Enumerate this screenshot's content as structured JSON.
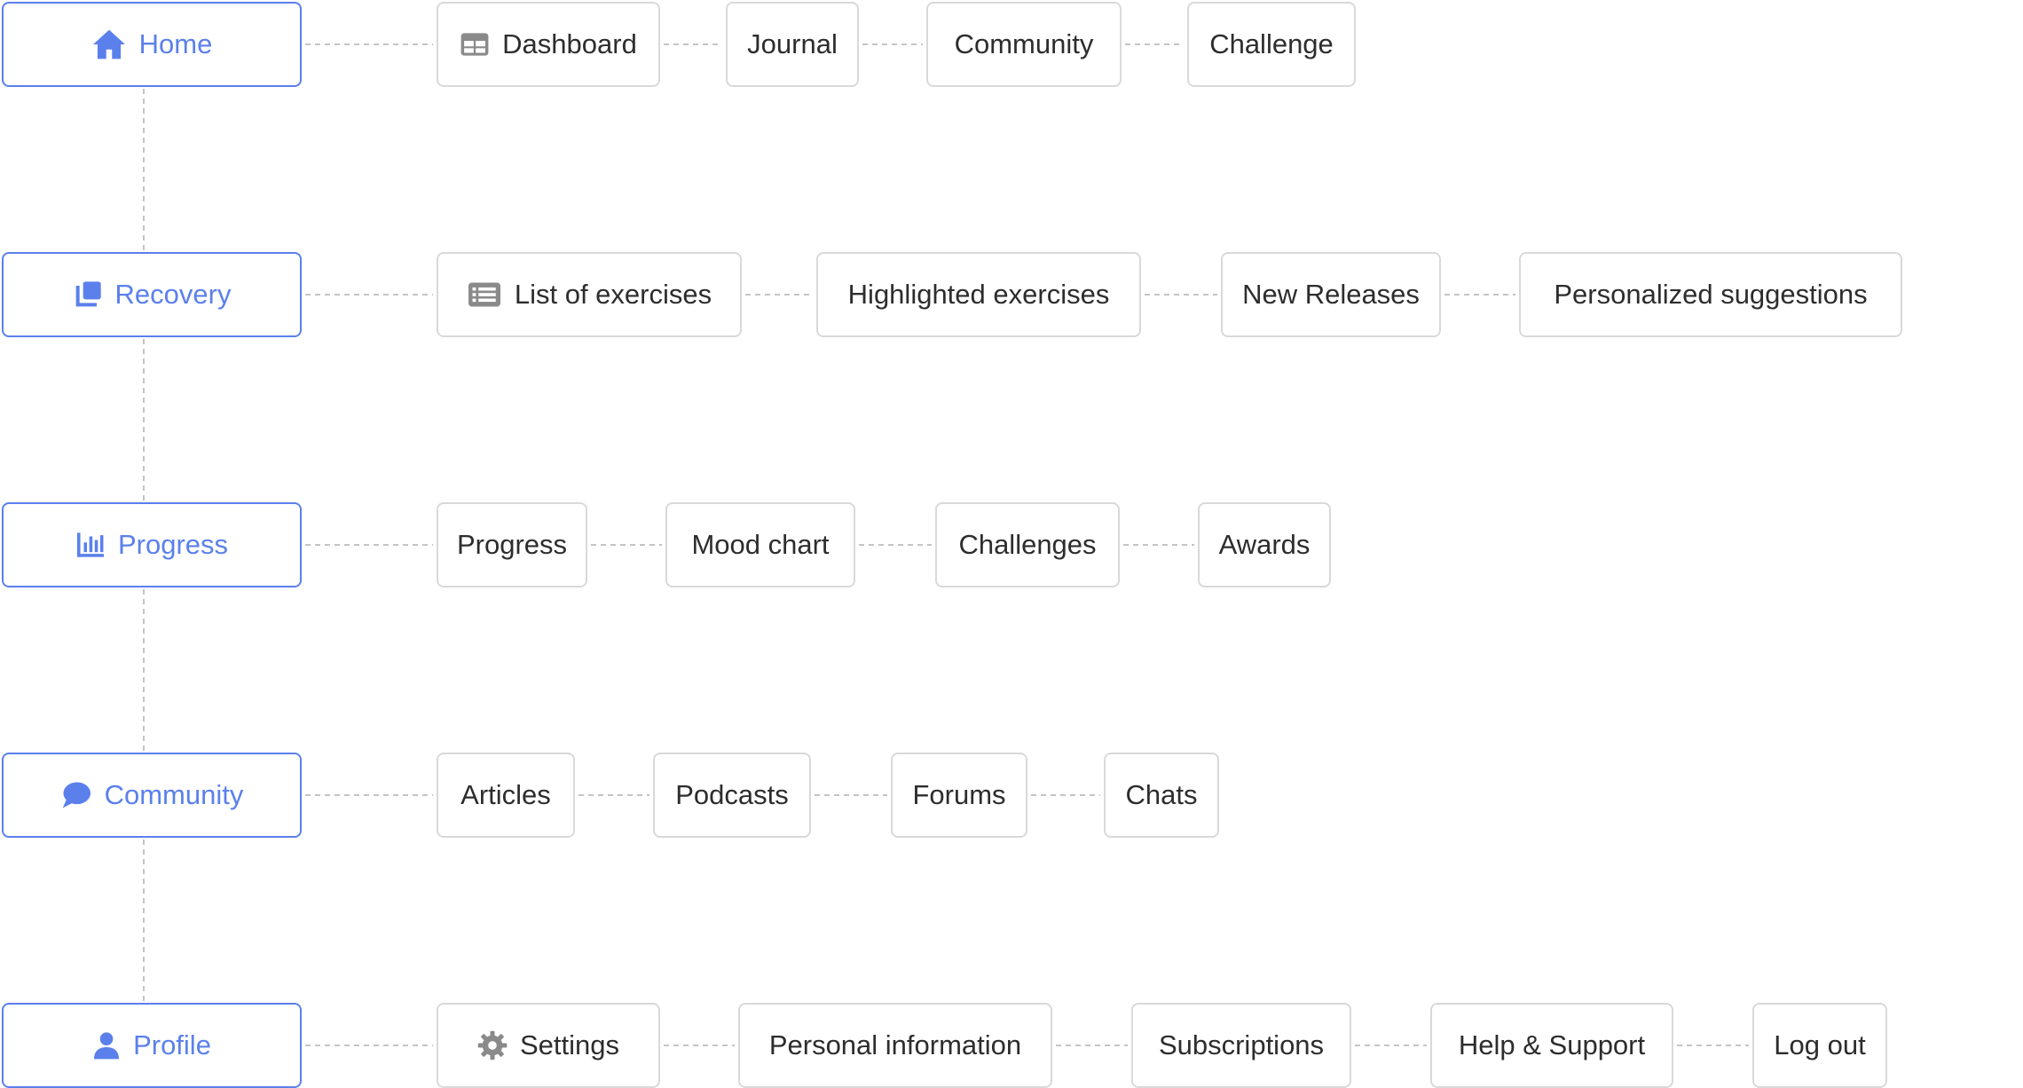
{
  "colors": {
    "primary": "#5b80ec",
    "node_border": "#d9d9d9",
    "text": "#2d2d2d",
    "connector": "#c4c4c4",
    "icon_gray": "#8a8a8a"
  },
  "rows": [
    {
      "label": "Home",
      "icon": "home-icon",
      "children": [
        {
          "label": "Dashboard",
          "icon": "table-icon"
        },
        {
          "label": "Journal"
        },
        {
          "label": "Community"
        },
        {
          "label": "Challenge"
        }
      ]
    },
    {
      "label": "Recovery",
      "icon": "cards-icon",
      "children": [
        {
          "label": "List of exercises",
          "icon": "list-icon"
        },
        {
          "label": "Highlighted exercises"
        },
        {
          "label": "New Releases"
        },
        {
          "label": "Personalized  suggestions"
        }
      ]
    },
    {
      "label": "Progress",
      "icon": "bar-chart-icon",
      "children": [
        {
          "label": "Progress"
        },
        {
          "label": "Mood chart"
        },
        {
          "label": "Challenges"
        },
        {
          "label": "Awards"
        }
      ]
    },
    {
      "label": "Community",
      "icon": "chat-icon",
      "children": [
        {
          "label": "Articles"
        },
        {
          "label": "Podcasts"
        },
        {
          "label": "Forums"
        },
        {
          "label": "Chats"
        }
      ]
    },
    {
      "label": "Profile",
      "icon": "user-icon",
      "children": [
        {
          "label": "Settings",
          "icon": "gear-icon"
        },
        {
          "label": "Personal information"
        },
        {
          "label": "Subscriptions"
        },
        {
          "label": "Help & Support"
        },
        {
          "label": "Log out"
        }
      ]
    }
  ]
}
